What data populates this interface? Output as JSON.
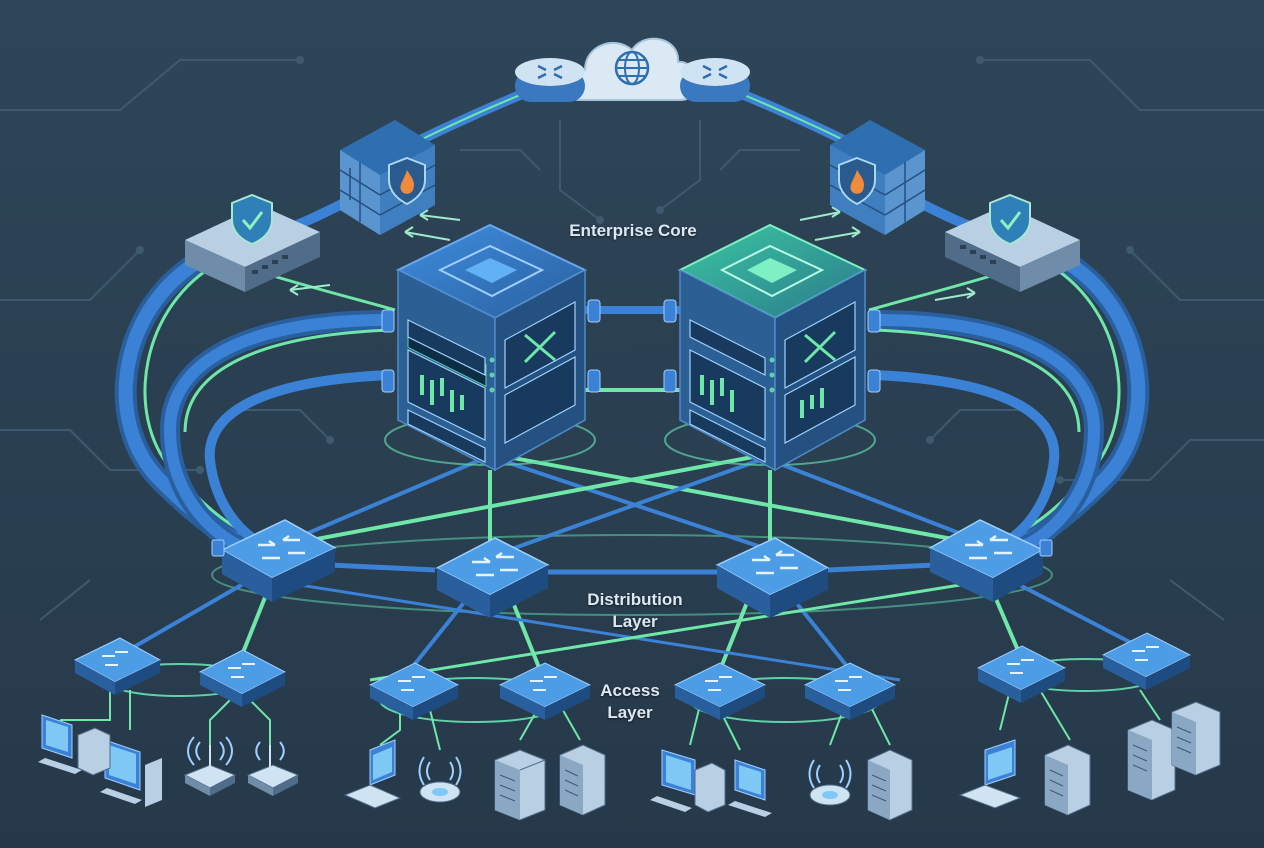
{
  "labels": {
    "core": "Enterprise Core",
    "distribution_line1": "Distribution",
    "distribution_line2": "Layer",
    "access_line1": "Access",
    "access_line2": "Layer"
  },
  "icons": {
    "cloud": "cloud-globe-icon",
    "edge_router": "router-icon",
    "firewall": "firewall-icon",
    "security_appliance": "shield-check-icon",
    "core_switch": "core-switch-icon",
    "distribution_switch": "switch-arrows-icon",
    "access_switch": "switch-arrows-icon",
    "desktop": "desktop-icon",
    "laptop": "laptop-icon",
    "wireless_ap": "wireless-ap-icon",
    "server": "server-icon"
  },
  "colors": {
    "background": "#2b4254",
    "circuit": "#3f5a6e",
    "blue_link": "#3b82d6",
    "green_link": "#6ee7a8",
    "device_blue": "#2f6fb0",
    "device_green": "#2a8a82",
    "label": "#dde8f2"
  }
}
